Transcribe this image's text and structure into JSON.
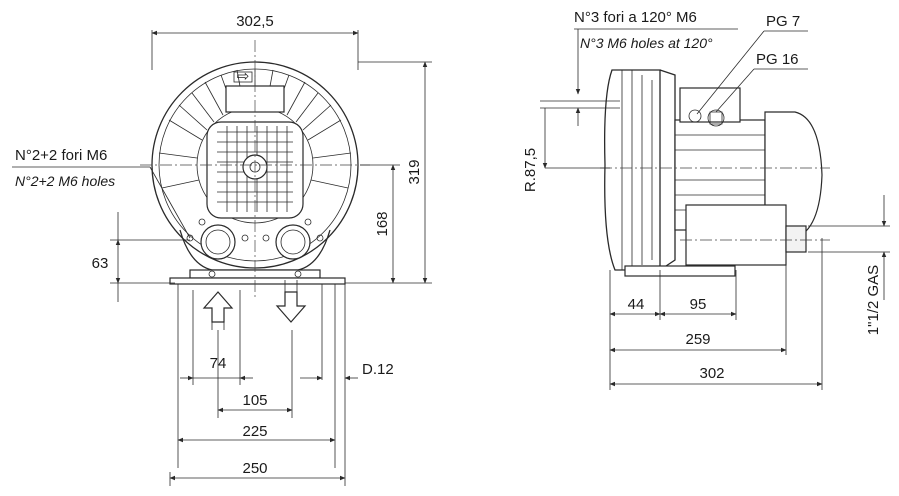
{
  "front_view": {
    "dim_top_width": "302,5",
    "dim_total_height": "319",
    "dim_axis_height": "168",
    "dim_foot_height": "63",
    "dim_ports_spacing": "74",
    "dim_holes_spacing": "105",
    "dim_foot_spacing": "225",
    "dim_base_width": "250",
    "dim_hole_diameter": "D.12",
    "note_holes_it": "N°2+2 fori M6",
    "note_holes_en": "N°2+2 M6 holes"
  },
  "side_view": {
    "note_holes_it": "N°3 fori a 120° M6",
    "note_holes_en": "N°3 M6 holes at 120°",
    "label_pg7": "PG 7",
    "label_pg16": "PG 16",
    "dim_radius": "R.87,5",
    "dim_44": "44",
    "dim_95": "95",
    "dim_259": "259",
    "dim_302": "302",
    "dim_port_thread": "1\"1/2 GAS"
  }
}
